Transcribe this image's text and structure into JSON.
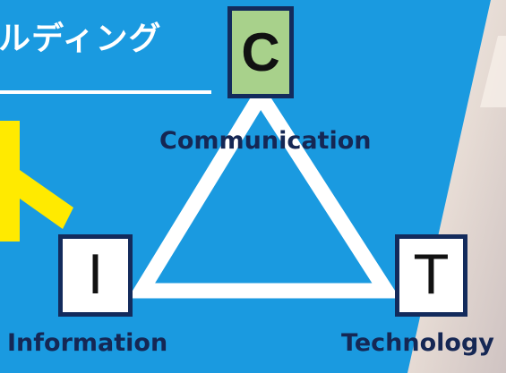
{
  "heading_fragment": "ルディング",
  "diagram": {
    "top_node": {
      "letter": "C",
      "label": "Communication"
    },
    "left_node": {
      "letter": "I",
      "label": "Information"
    },
    "right_node": {
      "letter": "T",
      "label": "Technology"
    }
  },
  "colors": {
    "background": "#1a9ae0",
    "top_box_fill": "#a8d18b",
    "box_border": "#132b5c",
    "label_text": "#152754",
    "accent_yellow": "#ffea00"
  }
}
